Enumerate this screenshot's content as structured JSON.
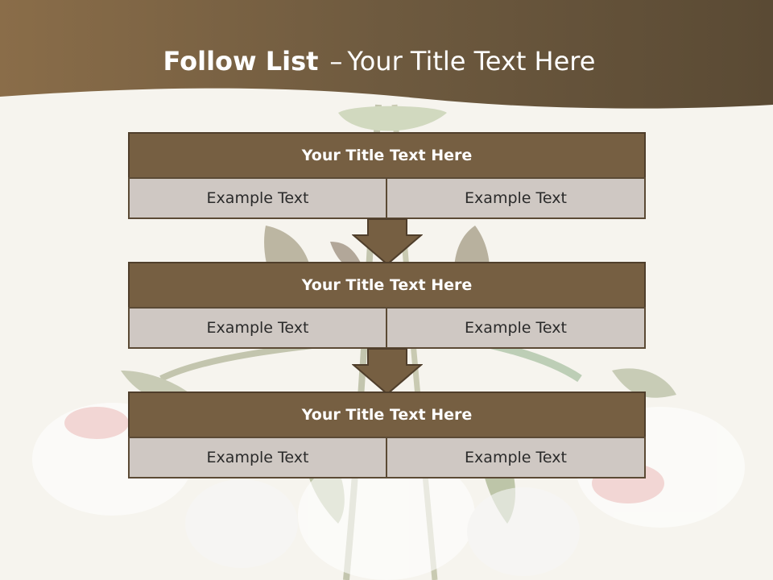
{
  "slide": {
    "title_bold": "Follow List",
    "title_dash": "–",
    "title_rest": "Your Title Text Here"
  },
  "blocks": [
    {
      "title": "Your Title Text Here",
      "left": "Example Text",
      "right": "Example Text"
    },
    {
      "title": "Your Title Text Here",
      "left": "Example Text",
      "right": "Example Text"
    },
    {
      "title": "Your Title Text Here",
      "left": "Example Text",
      "right": "Example Text"
    }
  ],
  "colors": {
    "header_band": "#6f5a3e",
    "block_title_bg": "#765f42",
    "block_cell_bg": "#cfc8c3",
    "arrow": "#765f42",
    "background": "#f6f4ee"
  }
}
